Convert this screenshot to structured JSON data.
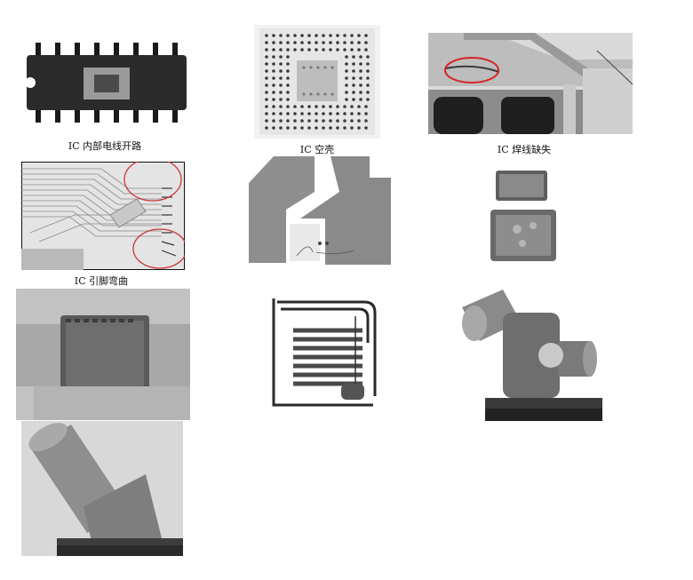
{
  "captions": {
    "ic_internal_open": "IC 内部电线开路",
    "ic_void": "IC 空壳",
    "ic_wire_missing": "IC 焊线缺失",
    "ic_lead_bent": "IC 引脚弯曲"
  }
}
